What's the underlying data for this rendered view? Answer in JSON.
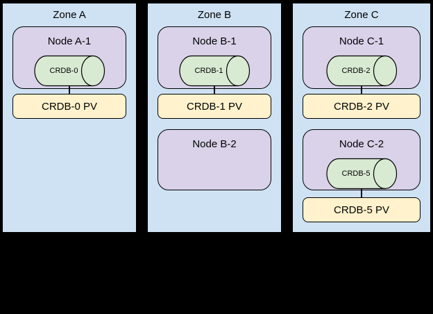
{
  "colors": {
    "canvas_bg": "#000000",
    "zone_fill": "#cfe2f3",
    "node_fill": "#d9d2e9",
    "pod_fill": "#d9ead3",
    "pv_fill": "#fff2cc",
    "border": "#000000"
  },
  "zones": [
    {
      "title": "Zone A",
      "nodes": [
        {
          "title": "Node A-1",
          "pod": "CRDB-0"
        }
      ],
      "pvs": [
        "CRDB-0 PV"
      ]
    },
    {
      "title": "Zone B",
      "nodes": [
        {
          "title": "Node B-1",
          "pod": "CRDB-1"
        },
        {
          "title": "Node B-2"
        }
      ],
      "pvs": [
        "CRDB-1 PV"
      ]
    },
    {
      "title": "Zone C",
      "nodes": [
        {
          "title": "Node C-1",
          "pod": "CRDB-2"
        },
        {
          "title": "Node C-2",
          "pod": "CRDB-5"
        }
      ],
      "pvs": [
        "CRDB-2 PV",
        "CRDB-5 PV"
      ]
    }
  ]
}
